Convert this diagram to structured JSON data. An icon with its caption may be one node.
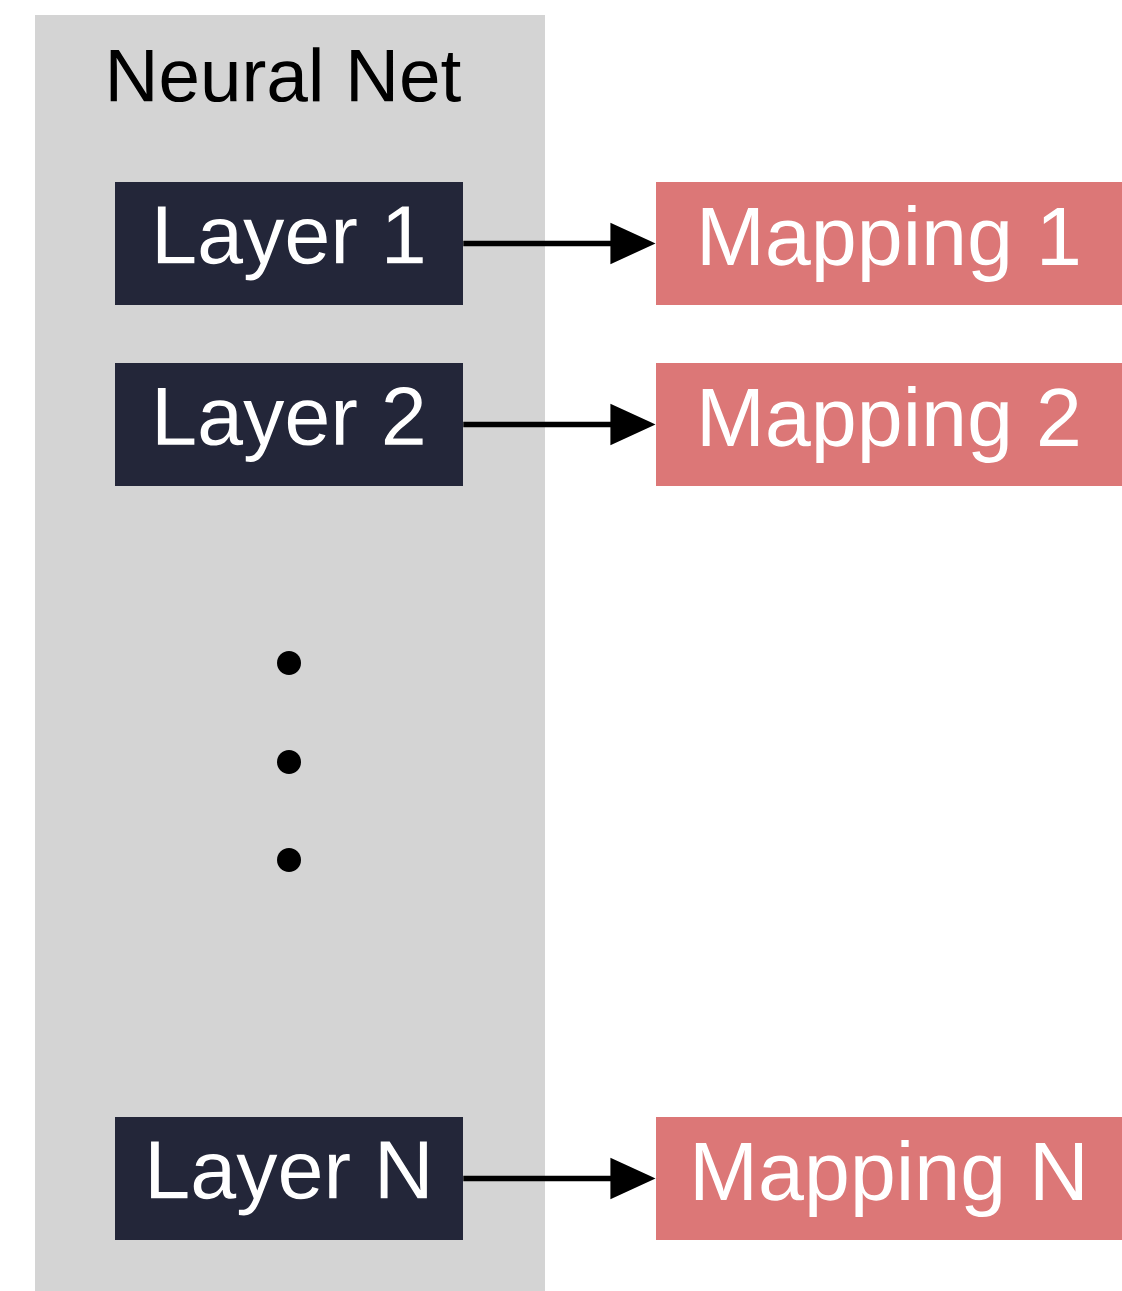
{
  "diagram": {
    "nodes": [
      {
        "text": [
          "Neural Net"
        ]
      },
      {
        "text": [
          "Layer 1"
        ],
        "in": 0
      },
      {
        "text": [
          "Layer 2"
        ],
        "in": 0
      },
      {
        "text": [
          "Layer N"
        ],
        "in": 0
      },
      {
        "text": [
          "Mapping 1"
        ]
      },
      {
        "text": [
          "Mapping 2"
        ]
      },
      {
        "text": [
          "Mapping N"
        ]
      }
    ],
    "edges": [
      {
        "from": 1,
        "to": 4,
        "arrow": "to"
      },
      {
        "from": 2,
        "to": 5,
        "arrow": "to"
      },
      {
        "from": 3,
        "to": 6,
        "arrow": "to"
      }
    ]
  }
}
